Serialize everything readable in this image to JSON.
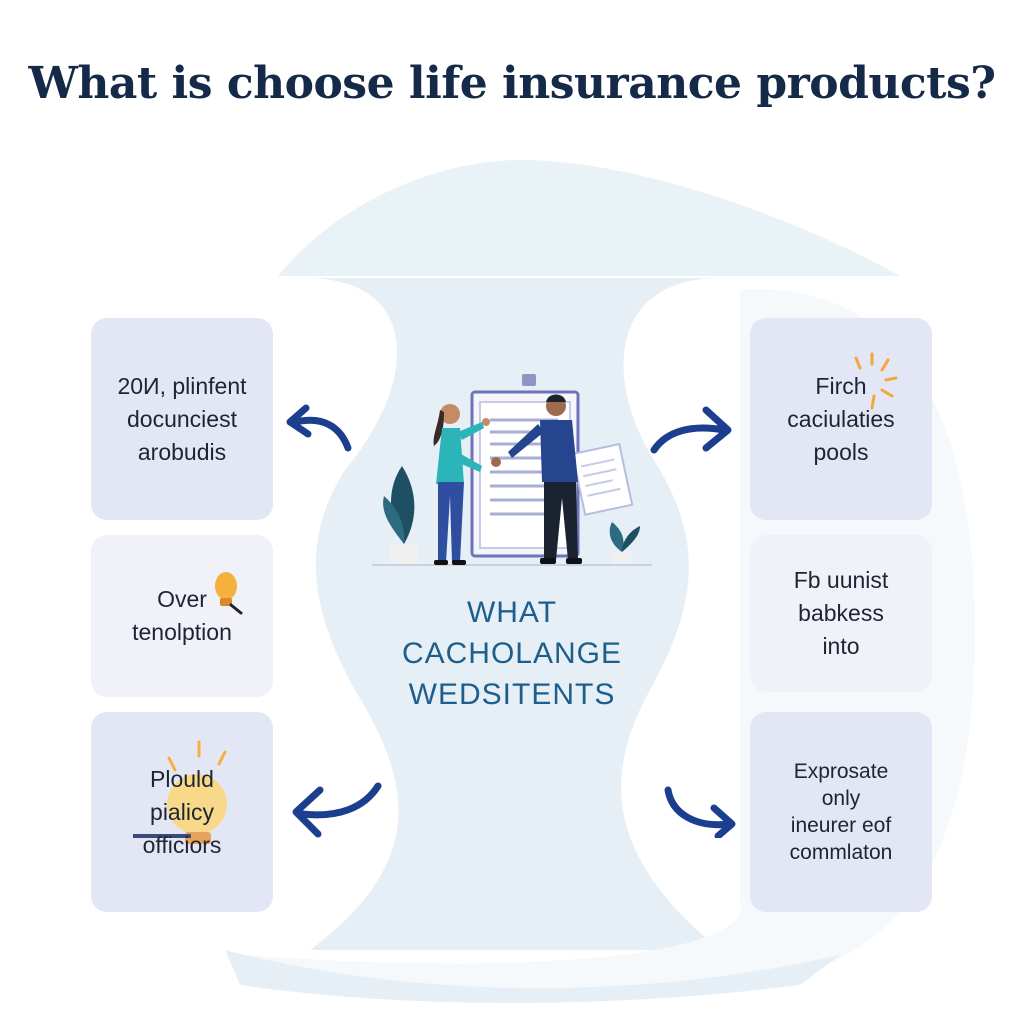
{
  "title": "What is choose life insurance products?",
  "center_label": "WHAT\nCACHOLANGE\nWEDSITENTS",
  "cards": {
    "left_top": "20И, plinfent\ndocunciest\narobudis",
    "left_middle": "Over\ntenolption",
    "left_bottom": "Plould\npialicy\nofficiors",
    "right_top": "Firch\ncaciulaties\npools",
    "right_middle": "Fb uunist\nbabkess\ninto",
    "right_bottom": "Exprosate\nonly\ninеurer eof\ncommlaton"
  },
  "icons": {
    "center": "people-shaking-hands-over-document-illustration",
    "left_middle": "lightbulb-icon",
    "left_bottom": "lightbulb-icon",
    "right_top": "sparkle-burst-icon",
    "arrows": "curved-arrow-icon"
  },
  "colors": {
    "title": "#152a48",
    "accent": "#1c3e8e",
    "center_label": "#1e5e8c",
    "backdrop": "#e7f0f6",
    "card_tint": "#e3e6f4",
    "card_pale": "#f1f1f9",
    "bulb": "#f4b13d"
  }
}
